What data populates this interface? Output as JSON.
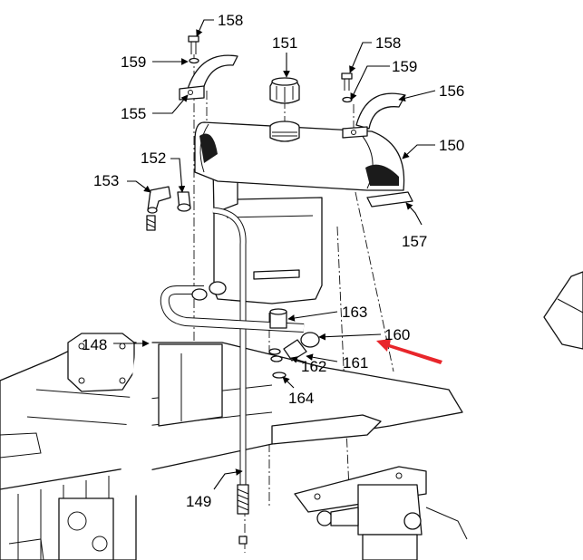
{
  "diagram": {
    "callouts": [
      "158",
      "151",
      "158",
      "159",
      "159",
      "156",
      "155",
      "150",
      "152",
      "153",
      "157",
      "163",
      "160",
      "148",
      "161",
      "162",
      "164",
      "149"
    ],
    "highlight_color": "#e8262b",
    "line_color": "#111111"
  }
}
